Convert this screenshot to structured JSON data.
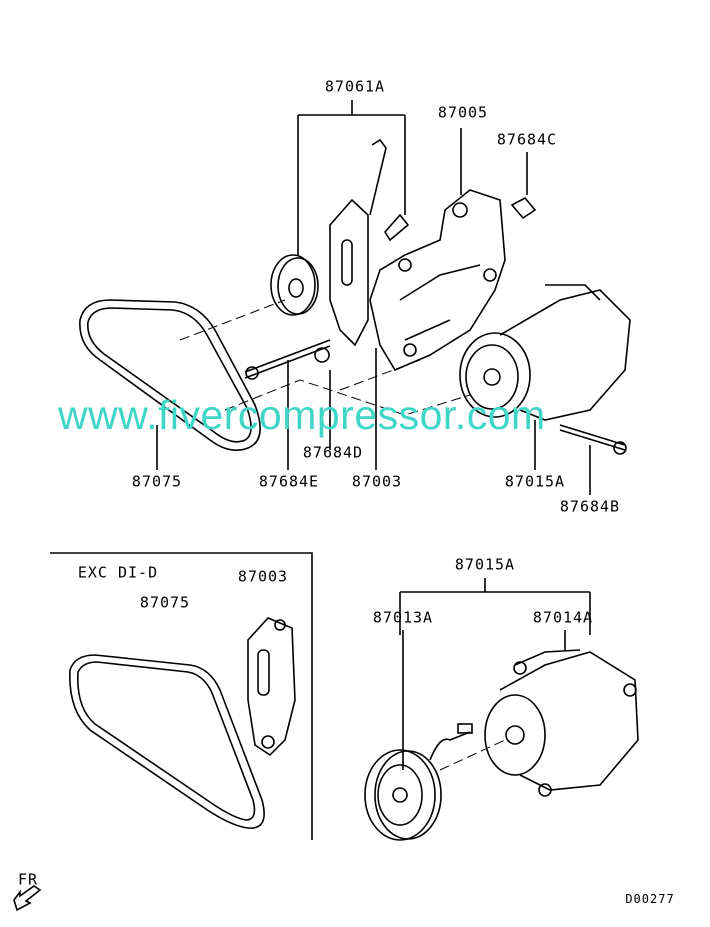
{
  "main_view": {
    "labels": {
      "bracket_assy": "87061A",
      "compressor_bracket": "87005",
      "bolt_c": "87684C",
      "bolt_d": "87684D",
      "belt": "87075",
      "bolt_e": "87684E",
      "tensioner": "87003",
      "compressor_assy": "87015A",
      "bolt_b": "87684B"
    }
  },
  "inset_exc": {
    "title": "EXC DI-D",
    "tensioner": "87003",
    "belt": "87075"
  },
  "compressor_breakdown": {
    "assy": "87015A",
    "clutch": "87013A",
    "body": "87014A"
  },
  "front_indicator": "FR",
  "diagram_code": "D00277",
  "watermark": "www.fivercompressor.com",
  "colors": {
    "line": "#000000",
    "watermark": "#3fd6c8"
  }
}
